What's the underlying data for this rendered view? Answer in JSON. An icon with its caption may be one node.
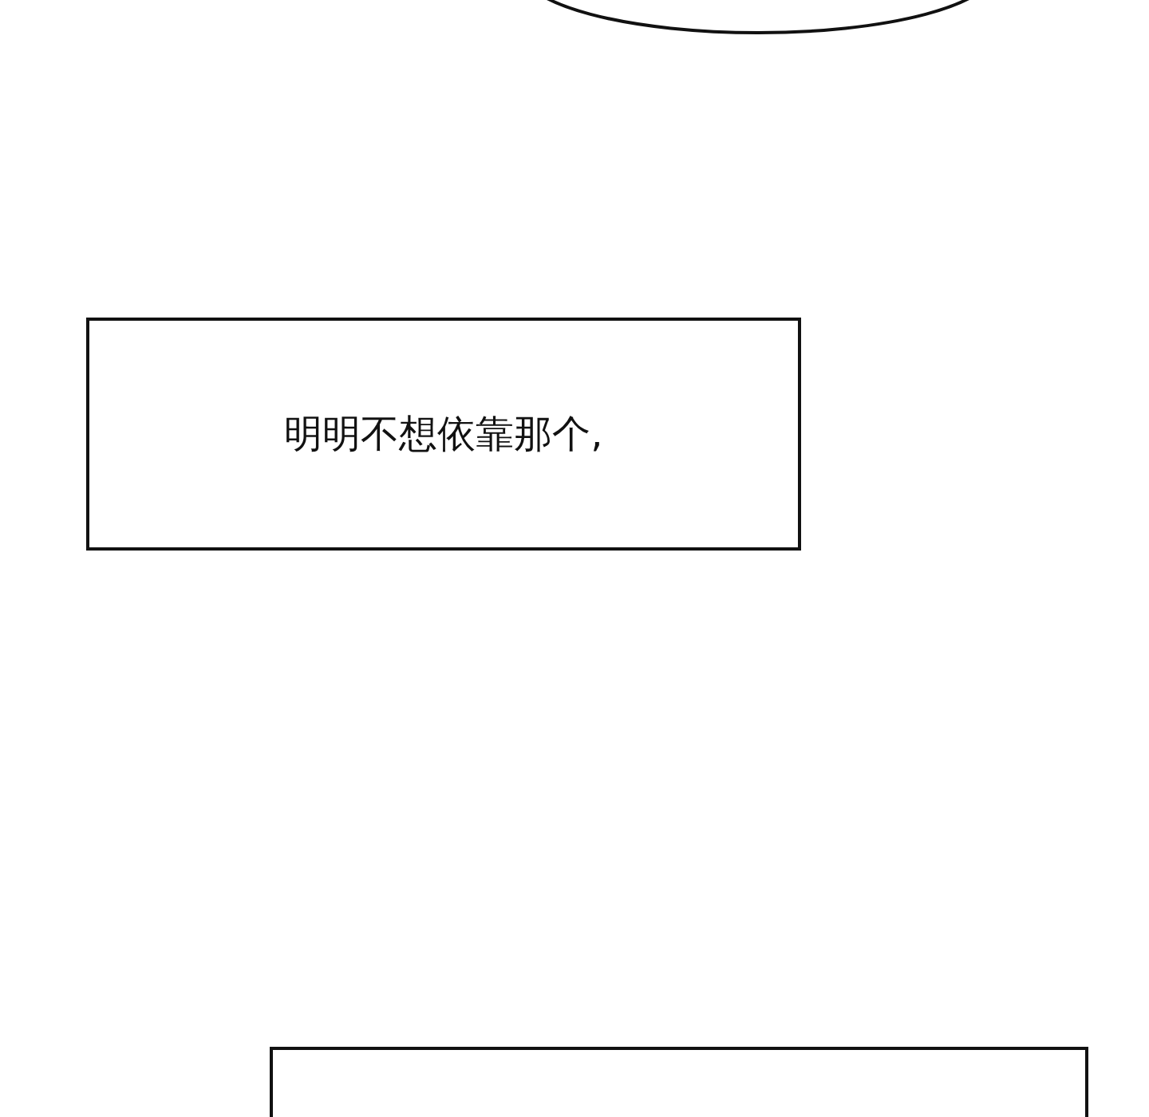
{
  "diagram": {
    "nodes": [
      {
        "text": [],
        "shape": "ellipse"
      },
      {
        "text": [
          "明明不想依靠那个,"
        ]
      },
      {
        "text": [],
        "shape": "box"
      }
    ]
  }
}
